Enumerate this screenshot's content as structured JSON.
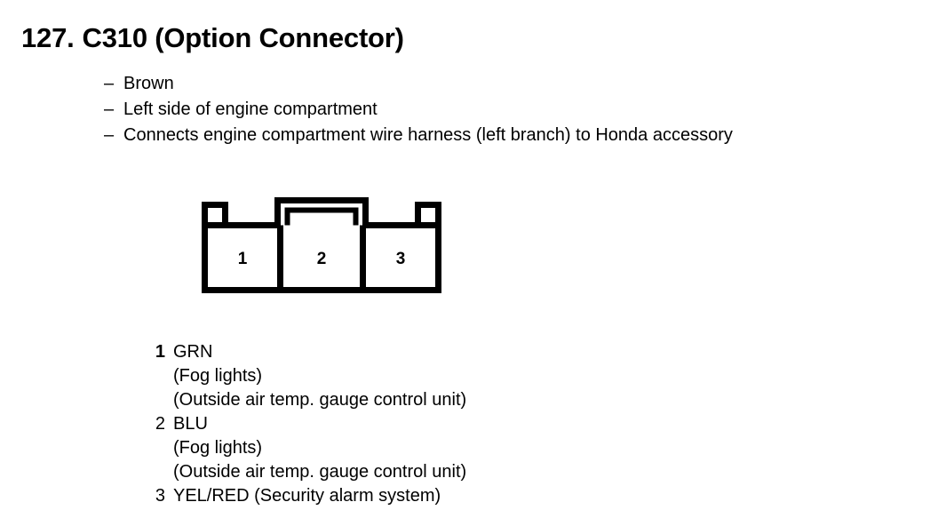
{
  "page": {
    "background_color": "#ffffff",
    "ink_color": "#000000"
  },
  "title": {
    "number": "127.",
    "text": "C310 (Option Connector)",
    "full": "127. C310 (Option Connector)"
  },
  "description": {
    "bullet_char": "–",
    "items": [
      "Brown",
      "Left side of engine compartment",
      "Connects engine compartment wire harness (left branch) to Honda accessory"
    ]
  },
  "connector_diagram": {
    "name": "C310",
    "cavity_count": 3,
    "cavity_labels": [
      "1",
      "2",
      "3"
    ],
    "features": {
      "left_notch": "step-down shelf at left",
      "center_latch": "raised double-outline locking tab above cavity 2",
      "right_notch": "step-up shelf at right"
    },
    "stroke_width": 7,
    "stroke_color": "#000000",
    "fill_color": "#ffffff"
  },
  "pin_list": [
    {
      "pin": "1",
      "bold": true,
      "wire_color": "GRN",
      "circuits": [
        "(Fog lights)",
        "(Outside air temp. gauge control unit)"
      ]
    },
    {
      "pin": "2",
      "bold": false,
      "wire_color": "BLU",
      "circuits": [
        "(Fog lights)",
        "(Outside air temp. gauge control unit)"
      ]
    },
    {
      "pin": "3",
      "bold": false,
      "wire_color": "YEL/RED (Security alarm system)",
      "circuits": []
    }
  ]
}
